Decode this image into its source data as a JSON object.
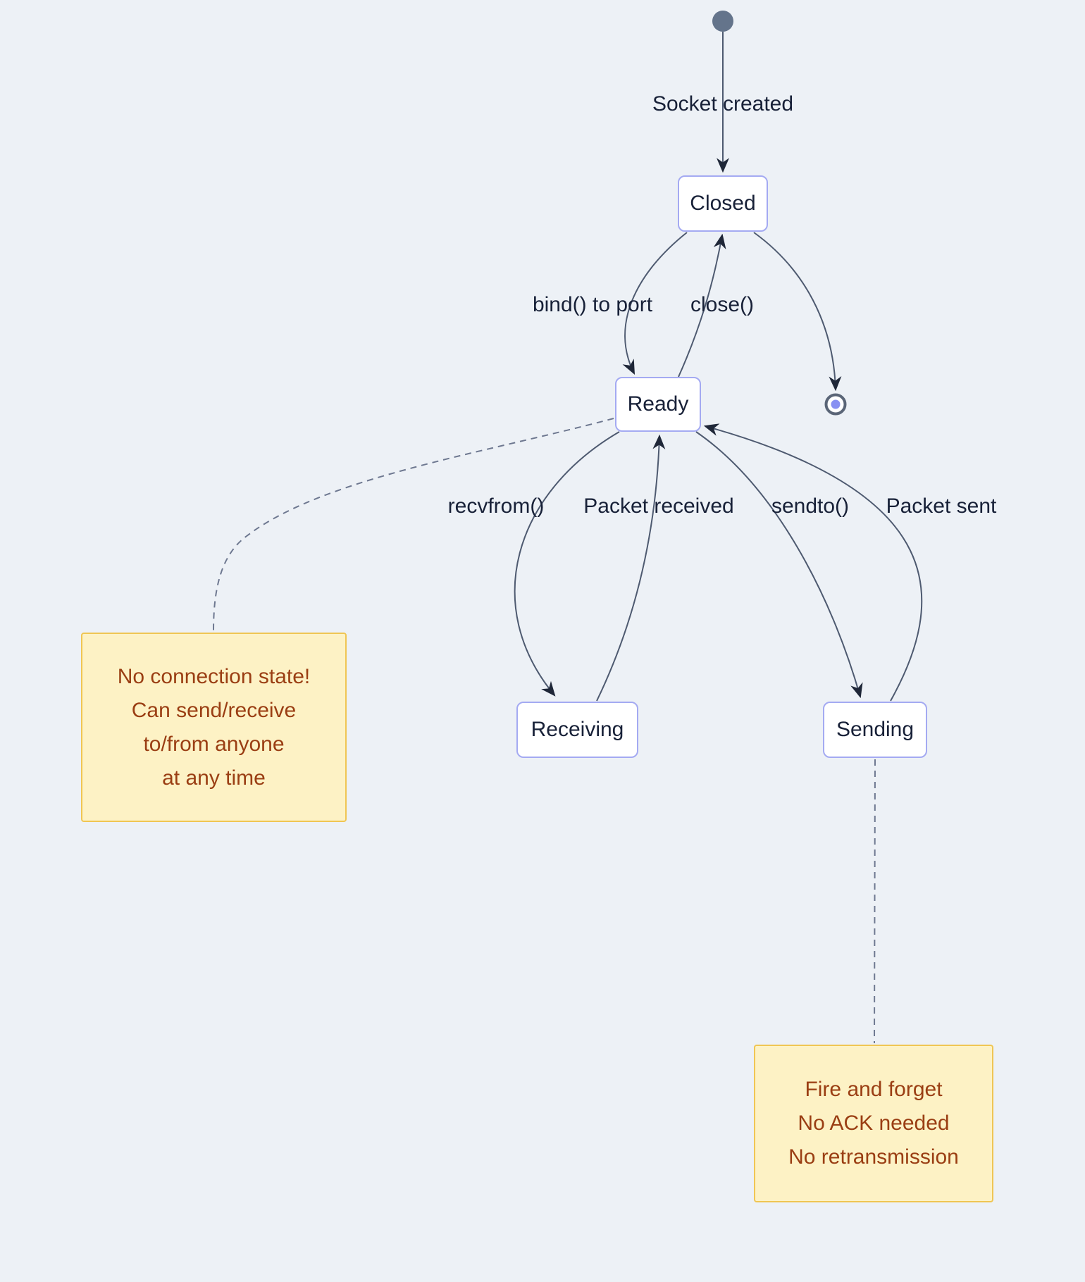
{
  "states": {
    "closed": {
      "label": "Closed"
    },
    "ready": {
      "label": "Ready"
    },
    "receiving": {
      "label": "Receiving"
    },
    "sending": {
      "label": "Sending"
    }
  },
  "transitions": {
    "socket_created": {
      "label": "Socket created"
    },
    "bind": {
      "label": "bind() to port"
    },
    "close": {
      "label": "close()"
    },
    "recvfrom": {
      "label": "recvfrom()"
    },
    "packet_received": {
      "label": "Packet received"
    },
    "sendto": {
      "label": "sendto()"
    },
    "packet_sent": {
      "label": "Packet sent"
    }
  },
  "notes": {
    "no_connection": {
      "lines": [
        "No connection state!",
        "Can send/receive",
        "to/from anyone",
        "at any time"
      ]
    },
    "fire_forget": {
      "lines": [
        "Fire and forget",
        "No ACK needed",
        "No retransmission"
      ]
    }
  },
  "icons": {
    "initial-state": "filled-circle",
    "final-state": "double-circle"
  },
  "colors": {
    "bg": "#edf1f6",
    "node-border": "#a4aaf2",
    "node-fill": "#ffffff",
    "ink": "#182138",
    "edge": "#4e5a70",
    "arrow": "#1f2738",
    "dash": "#6e7890",
    "note-bg": "#fdf2c5",
    "note-border": "#f0c653",
    "note-text": "#9a3e13",
    "start-fill": "#64748b",
    "end-ring": "#5a6577",
    "end-dot": "#8890f2"
  }
}
